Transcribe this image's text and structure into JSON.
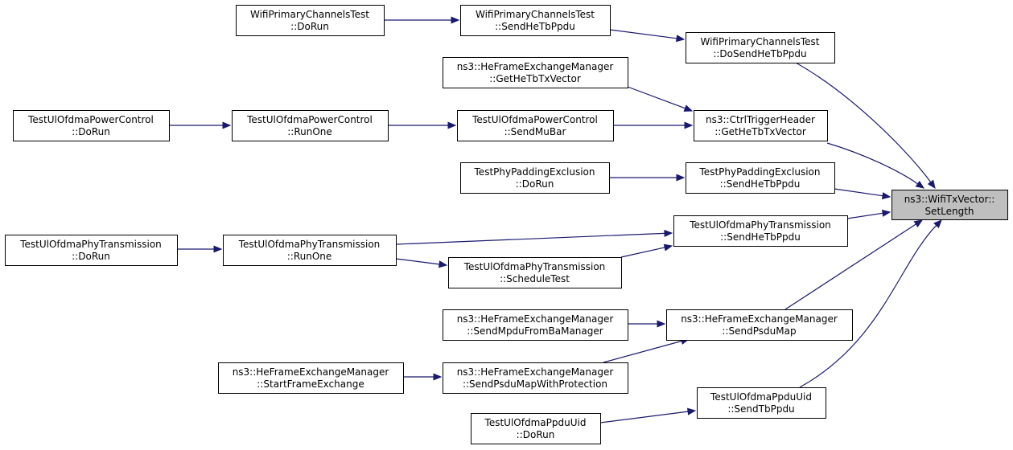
{
  "colors": {
    "edge": "#191970",
    "root_fill": "#bfbfbf",
    "node_fill": "#ffffff",
    "node_border": "#000000"
  },
  "root_id": "setlength",
  "nodes": [
    {
      "id": "setlength",
      "lines": [
        "ns3::WifiTxVector::",
        "SetLength"
      ]
    },
    {
      "id": "wpct_dosend",
      "lines": [
        "WifiPrimaryChannelsTest",
        "::DoSendHeTbPpdu"
      ]
    },
    {
      "id": "wpct_send",
      "lines": [
        "WifiPrimaryChannelsTest",
        "::SendHeTbPpdu"
      ]
    },
    {
      "id": "wpct_dorun",
      "lines": [
        "WifiPrimaryChannelsTest",
        "::DoRun"
      ]
    },
    {
      "id": "ctrl_gethetb",
      "lines": [
        "ns3::CtrlTriggerHeader",
        "::GetHeTbTxVector"
      ]
    },
    {
      "id": "hefem_gethetb",
      "lines": [
        "ns3::HeFrameExchangeManager",
        "::GetHeTbTxVector"
      ]
    },
    {
      "id": "tupc_sendmubar",
      "lines": [
        "TestUlOfdmaPowerControl",
        "::SendMuBar"
      ]
    },
    {
      "id": "tupc_runone",
      "lines": [
        "TestUlOfdmaPowerControl",
        "::RunOne"
      ]
    },
    {
      "id": "tupc_dorun",
      "lines": [
        "TestUlOfdmaPowerControl",
        "::DoRun"
      ]
    },
    {
      "id": "tppe_send",
      "lines": [
        "TestPhyPaddingExclusion",
        "::SendHeTbPpdu"
      ]
    },
    {
      "id": "tppe_dorun",
      "lines": [
        "TestPhyPaddingExclusion",
        "::DoRun"
      ]
    },
    {
      "id": "tupt_send",
      "lines": [
        "TestUlOfdmaPhyTransmission",
        "::SendHeTbPpdu"
      ]
    },
    {
      "id": "tupt_runone",
      "lines": [
        "TestUlOfdmaPhyTransmission",
        "::RunOne"
      ]
    },
    {
      "id": "tupt_dorun",
      "lines": [
        "TestUlOfdmaPhyTransmission",
        "::DoRun"
      ]
    },
    {
      "id": "tupt_sched",
      "lines": [
        "TestUlOfdmaPhyTransmission",
        "::ScheduleTest"
      ]
    },
    {
      "id": "hefem_sendpsdumap",
      "lines": [
        "ns3::HeFrameExchangeManager",
        "::SendPsduMap"
      ]
    },
    {
      "id": "hefem_sendmpdu",
      "lines": [
        "ns3::HeFrameExchangeManager",
        "::SendMpduFromBaManager"
      ]
    },
    {
      "id": "hefem_sendpsduprot",
      "lines": [
        "ns3::HeFrameExchangeManager",
        "::SendPsduMapWithProtection"
      ]
    },
    {
      "id": "hefem_startfe",
      "lines": [
        "ns3::HeFrameExchangeManager",
        "::StartFrameExchange"
      ]
    },
    {
      "id": "tupu_sendtb",
      "lines": [
        "TestUlOfdmaPpduUid",
        "::SendTbPpdu"
      ]
    },
    {
      "id": "tupu_dorun",
      "lines": [
        "TestUlOfdmaPpduUid",
        "::DoRun"
      ]
    }
  ],
  "edges": [
    {
      "from": "wpct_dosend",
      "to": "setlength"
    },
    {
      "from": "wpct_send",
      "to": "wpct_dosend"
    },
    {
      "from": "wpct_dorun",
      "to": "wpct_send"
    },
    {
      "from": "ctrl_gethetb",
      "to": "setlength"
    },
    {
      "from": "hefem_gethetb",
      "to": "ctrl_gethetb"
    },
    {
      "from": "tupc_sendmubar",
      "to": "ctrl_gethetb"
    },
    {
      "from": "tupc_runone",
      "to": "tupc_sendmubar"
    },
    {
      "from": "tupc_dorun",
      "to": "tupc_runone"
    },
    {
      "from": "tppe_send",
      "to": "setlength"
    },
    {
      "from": "tppe_dorun",
      "to": "tppe_send"
    },
    {
      "from": "tupt_send",
      "to": "setlength"
    },
    {
      "from": "tupt_runone",
      "to": "tupt_send"
    },
    {
      "from": "tupt_sched",
      "to": "tupt_send"
    },
    {
      "from": "tupt_runone",
      "to": "tupt_sched"
    },
    {
      "from": "tupt_dorun",
      "to": "tupt_runone"
    },
    {
      "from": "hefem_sendpsdumap",
      "to": "setlength"
    },
    {
      "from": "hefem_sendmpdu",
      "to": "hefem_sendpsdumap"
    },
    {
      "from": "hefem_sendpsduprot",
      "to": "hefem_sendpsdumap"
    },
    {
      "from": "hefem_startfe",
      "to": "hefem_sendpsduprot"
    },
    {
      "from": "tupu_sendtb",
      "to": "setlength"
    },
    {
      "from": "tupu_dorun",
      "to": "tupu_sendtb"
    }
  ]
}
